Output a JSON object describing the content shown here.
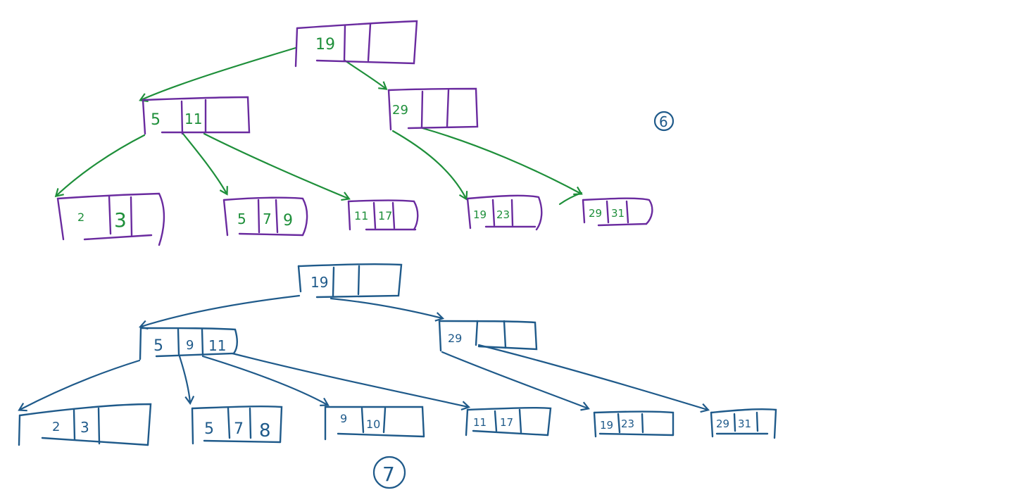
{
  "colors": {
    "tree6_box": "#6a2b9f",
    "tree6_ink": "#1e8f3a",
    "tree7_ink": "#1f5a8a",
    "background": "#ffffff"
  },
  "tree6": {
    "label": "6",
    "nodes": {
      "root": [
        "19",
        "",
        ""
      ],
      "left": [
        "5",
        "11",
        ""
      ],
      "right": [
        "29",
        "",
        ""
      ],
      "leaf1": [
        "2",
        "3"
      ],
      "leaf2": [
        "5",
        "7",
        "9"
      ],
      "leaf3": [
        "11",
        "17"
      ],
      "leaf4": [
        "19",
        "23"
      ],
      "leaf5": [
        "29",
        "31"
      ]
    }
  },
  "tree7": {
    "label": "7",
    "nodes": {
      "root": [
        "19",
        "",
        ""
      ],
      "left": [
        "5",
        "9",
        "11"
      ],
      "right": [
        "29",
        "",
        ""
      ],
      "leaf1": [
        "2",
        "3",
        ""
      ],
      "leaf2": [
        "5",
        "7",
        "8"
      ],
      "leaf3": [
        "9",
        "10",
        ""
      ],
      "leaf4": [
        "11",
        "17",
        ""
      ],
      "leaf5": [
        "19",
        "23",
        ""
      ],
      "leaf6": [
        "29",
        "31"
      ]
    }
  }
}
